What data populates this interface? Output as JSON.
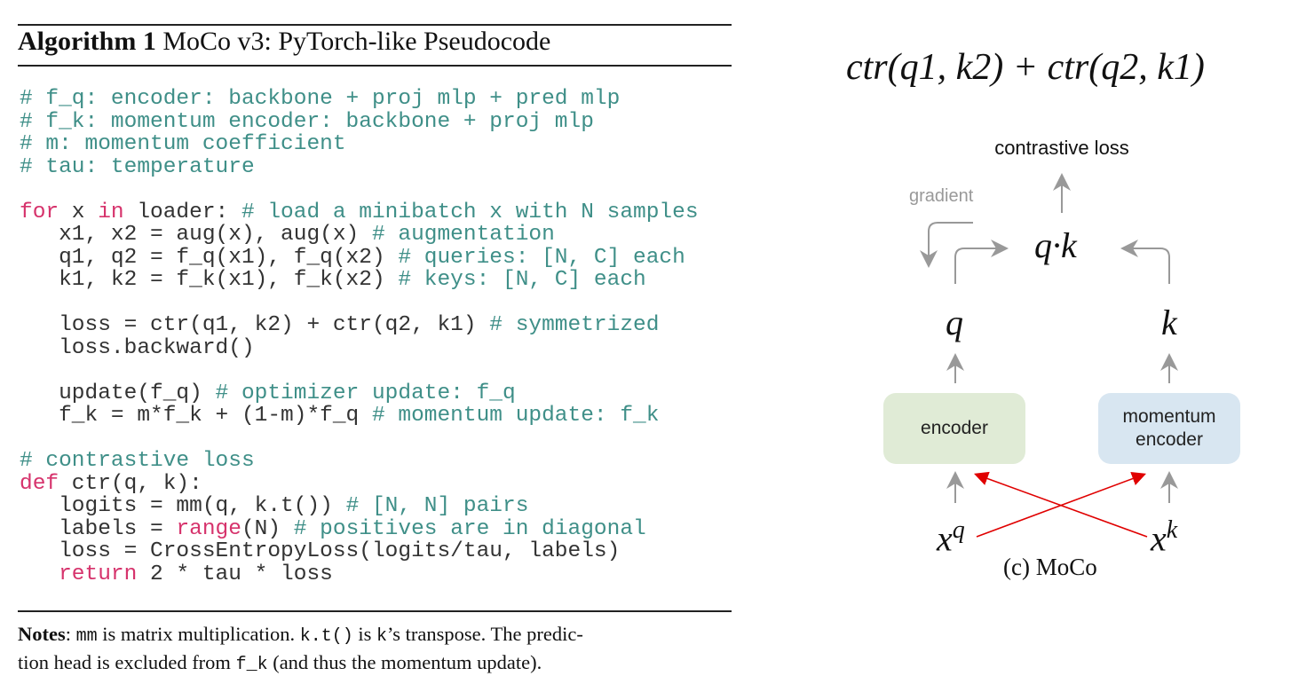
{
  "algorithm": {
    "label": "Algorithm 1",
    "title": "MoCo v3: PyTorch-like Pseudocode",
    "code_lines": [
      [
        [
          "# f_q: encoder: backbone + proj mlp + pred mlp",
          "c"
        ]
      ],
      [
        [
          "# f_k: momentum encoder: backbone + proj mlp",
          "c"
        ]
      ],
      [
        [
          "# m: momentum coefficient",
          "c"
        ]
      ],
      [
        [
          "# tau: temperature",
          "c"
        ]
      ],
      [],
      [
        [
          "for",
          "k"
        ],
        [
          " x ",
          "n"
        ],
        [
          "in",
          "k"
        ],
        [
          " loader: ",
          "n"
        ],
        [
          "# load a minibatch x with N samples",
          "c"
        ]
      ],
      [
        [
          "   x1, x2 = aug(x), aug(x) ",
          "n"
        ],
        [
          "# augmentation",
          "c"
        ]
      ],
      [
        [
          "   q1, q2 = f_q(x1), f_q(x2) ",
          "n"
        ],
        [
          "# queries: [N, C] each",
          "c"
        ]
      ],
      [
        [
          "   k1, k2 = f_k(x1), f_k(x2) ",
          "n"
        ],
        [
          "# keys: [N, C] each",
          "c"
        ]
      ],
      [],
      [
        [
          "   loss = ctr(q1, k2) + ctr(q2, k1) ",
          "n"
        ],
        [
          "# symmetrized",
          "c"
        ]
      ],
      [
        [
          "   loss.backward()",
          "n"
        ]
      ],
      [],
      [
        [
          "   update(f_q) ",
          "n"
        ],
        [
          "# optimizer update: f_q",
          "c"
        ]
      ],
      [
        [
          "   f_k = m*f_k + (1-m)*f_q ",
          "n"
        ],
        [
          "# momentum update: f_k",
          "c"
        ]
      ],
      [],
      [
        [
          "# contrastive loss",
          "c"
        ]
      ],
      [
        [
          "def",
          "k"
        ],
        [
          " ctr(q, k):",
          "n"
        ]
      ],
      [
        [
          "   logits = mm(q, k.t()) ",
          "n"
        ],
        [
          "# [N, N] pairs",
          "c"
        ]
      ],
      [
        [
          "   labels = ",
          "n"
        ],
        [
          "range",
          "k"
        ],
        [
          "(N) ",
          "n"
        ],
        [
          "# positives are in diagonal",
          "c"
        ]
      ],
      [
        [
          "   loss = CrossEntropyLoss(logits/tau, labels)",
          "n"
        ]
      ],
      [
        [
          "   return",
          "k"
        ],
        [
          " 2 * tau * loss",
          "n"
        ]
      ]
    ],
    "notes": {
      "label": "Notes",
      "p1": ": ",
      "mm": "mm",
      "p2": " is matrix multiplication. ",
      "kt": "k.t()",
      "p3": " is ",
      "k": "k",
      "p4": "’s transpose. The predic-",
      "p5": "tion head is excluded from ",
      "fk": "f_k",
      "p6": " (and thus the momentum update)."
    }
  },
  "diagram": {
    "formula": "ctr(q1, k2) + ctr(q2, k1)",
    "contrastive_loss": "contrastive loss",
    "gradient": "gradient",
    "qk": "q·k",
    "q": "q",
    "k": "k",
    "encoder": "encoder",
    "momentum_encoder_1": "momentum",
    "momentum_encoder_2": "encoder",
    "xq_base": "x",
    "xq_sup": "q",
    "xk_base": "x",
    "xk_sup": "k",
    "caption": "(c) MoCo",
    "colors": {
      "encoder": "#e0ebd6",
      "momentum_encoder": "#d8e6f1",
      "arrow": "#999999",
      "cross": "#e00000",
      "comment": "#3f8f88",
      "keyword": "#d6336c"
    }
  }
}
